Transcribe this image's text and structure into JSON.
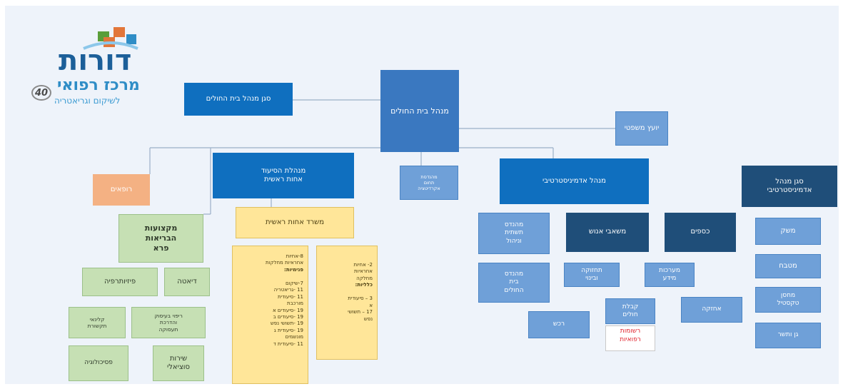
{
  "logo": {
    "name": "דורות",
    "subtitle": "מרכז רפואי",
    "tagline": "לשיקום וגריאטריה",
    "anniversary": "40",
    "colors": {
      "orange": "#e2763a",
      "green": "#5a9e3a",
      "blue": "#1c5f99",
      "lightblue": "#8cc7ea"
    }
  },
  "boxes": {
    "ceo": "מנהל בית החולים",
    "deputy_director": "סגן מנהל בית החולים",
    "legal_advisor": "יועץ משפטי",
    "doctors": "רופאים",
    "nursing_director": "מנהלת הסיעוד\nאחות ראשית",
    "quality": "מהנדסת\nתחום\nאקרדיטציה",
    "admin_director": "מנהל אדמיניסטרטיבי",
    "deputy_admin": "סגן מנהל\nאדמיניסטרטיבי",
    "paramedical": "מקצועות\nהבריאות\nפרא",
    "head_nurse_office": "משרד אחות ראשית",
    "engineering_mgmt": "מהנדס\nתשתית\nוניהול",
    "hr": "משאבי אנוש",
    "finance": "כספים",
    "economy": "משק",
    "kitchen": "מטבח",
    "warehouse": "מחסן\nטקסטיל",
    "gardening": "גן ותשר",
    "physiotherapy": "פיזיותרפיה",
    "diet": "דיאטה",
    "speech": "קלינאי\nתקשורת",
    "occupational": "ריפוי בעיסוק\nוהדרכת\nתעסוקה",
    "psychology": "פסיכולוגיה",
    "social": "שירות\nסוציאלי",
    "hospital_engineer": "מהנדס\nבית\nהחולים",
    "maintenance": "תחזוקה\nובינוי",
    "info_systems": "מערכות\nמידע",
    "procurement": "רכש",
    "patient_intake": "קבלת\nחולים",
    "medical_records": "רשומות\nרפואיות",
    "storage": "אחזקה"
  },
  "nurse_list_left": [
    "8-אחיות",
    "אחראיות מחלקות",
    "פנימיות:",
    "",
    "7-שיקום",
    "11 -גריאטריה",
    "11 -סיעודית",
    "מורכבת",
    "19 -סיעודים א",
    "19 -סיעודים ב",
    "19 -תשושי נפש",
    "19 -סיעודית ג",
    "מונשמים",
    "11 -סיעודית ד"
  ],
  "nurse_list_right": [
    "2- אחיות",
    "אחראיות",
    "מחלקה",
    "כלליות:",
    "",
    "3 – סיעודית",
    "א",
    "17 – תשושי",
    "נפש"
  ],
  "colors": {
    "dark_blue": "#0f6fbf",
    "navy": "#1f4e79",
    "light_blue": "#6fa0d8",
    "green": "#c6e0b4",
    "orange": "#f4b183",
    "yellow": "#ffe699",
    "red_text": "#e0212b"
  }
}
